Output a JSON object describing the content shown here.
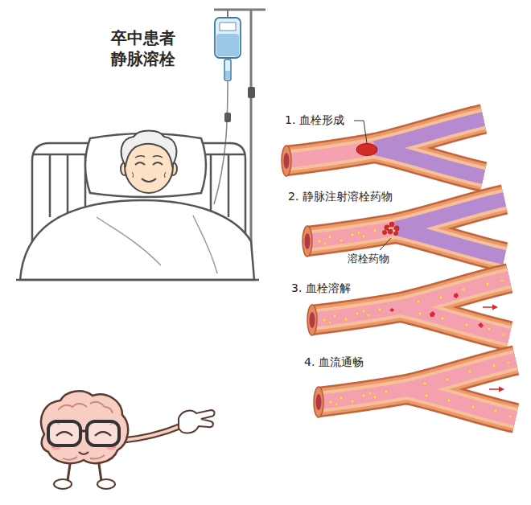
{
  "diagram": {
    "title": "卒中患者 静脉溶栓",
    "labels": [
      "1. 血栓形成",
      "2. 静脉注射溶栓药物",
      "溶栓药物",
      "3. 血栓溶解",
      "4. 血流通畅"
    ]
  }
}
